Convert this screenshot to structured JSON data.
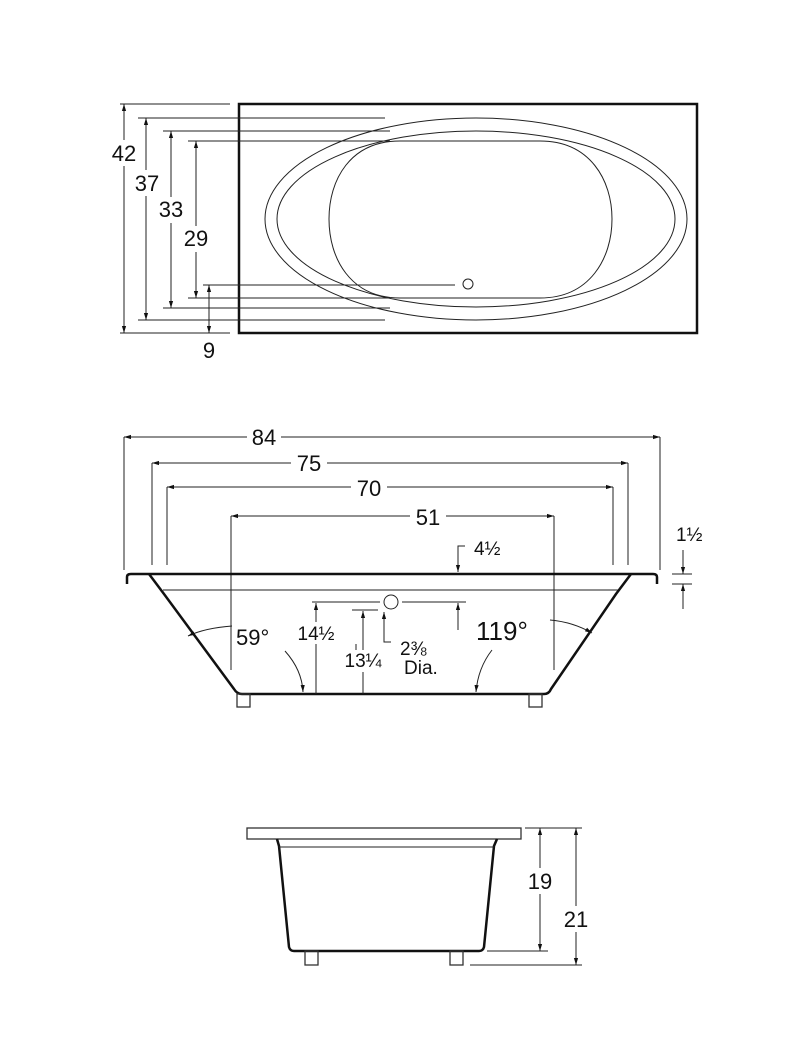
{
  "top_view": {
    "dims": {
      "overall_width": "42",
      "rim_outer": "37",
      "rim_inner": "33",
      "basin": "29",
      "drain_offset": "9"
    }
  },
  "side_view": {
    "dims": {
      "overall_length": "84",
      "rim_outer": "75",
      "rim_inner": "70",
      "bottom": "51",
      "deck": "4½",
      "lip": "1½",
      "drain_height": "14½",
      "drain_center": "13¼",
      "drain_dia": "2⅜",
      "dia_label": "Dia."
    },
    "angles": {
      "left": "59°",
      "right": "119°"
    }
  },
  "end_view": {
    "dims": {
      "depth": "19",
      "overall_height": "21"
    }
  }
}
